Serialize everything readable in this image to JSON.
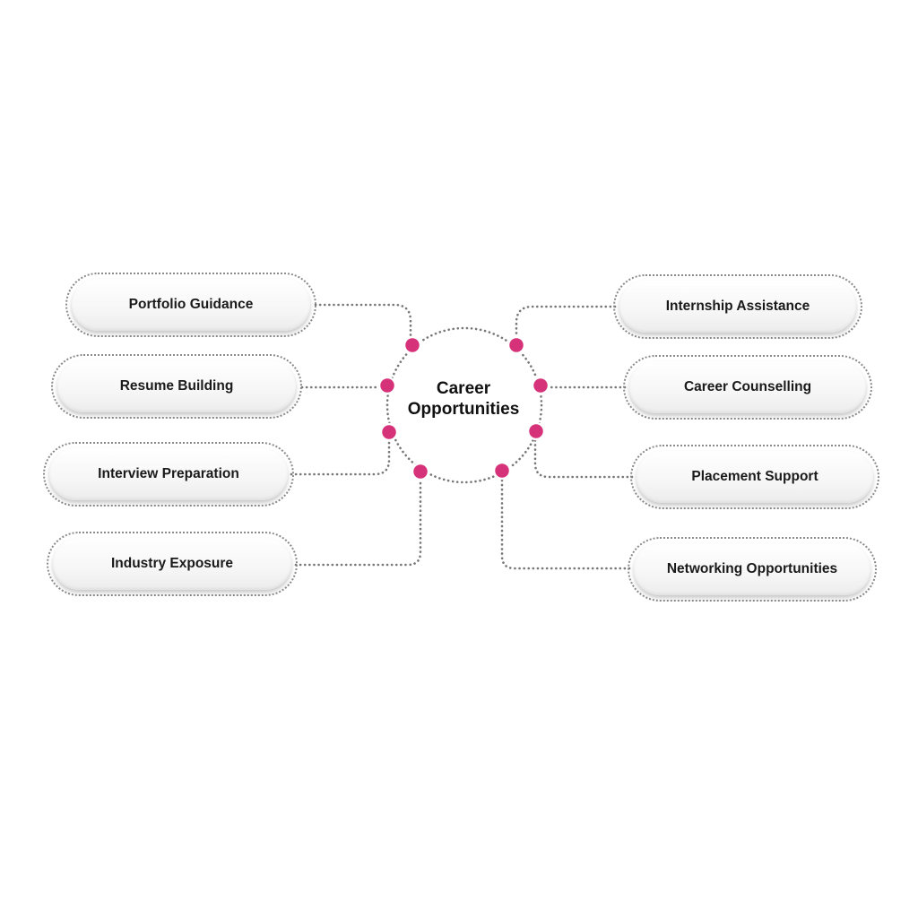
{
  "center": {
    "title_line1": "Career",
    "title_line2": "Opportunities"
  },
  "nodes_left": [
    {
      "label": "Portfolio Guidance"
    },
    {
      "label": "Resume Building"
    },
    {
      "label": "Interview Preparation"
    },
    {
      "label": "Industry Exposure"
    }
  ],
  "nodes_right": [
    {
      "label": "Internship Assistance"
    },
    {
      "label": "Career Counselling"
    },
    {
      "label": "Placement Support"
    },
    {
      "label": "Networking Opportunities"
    }
  ],
  "colors": {
    "connector_dot": "#d6327a",
    "dotted_line": "#777777",
    "text": "#1a1a1a"
  }
}
